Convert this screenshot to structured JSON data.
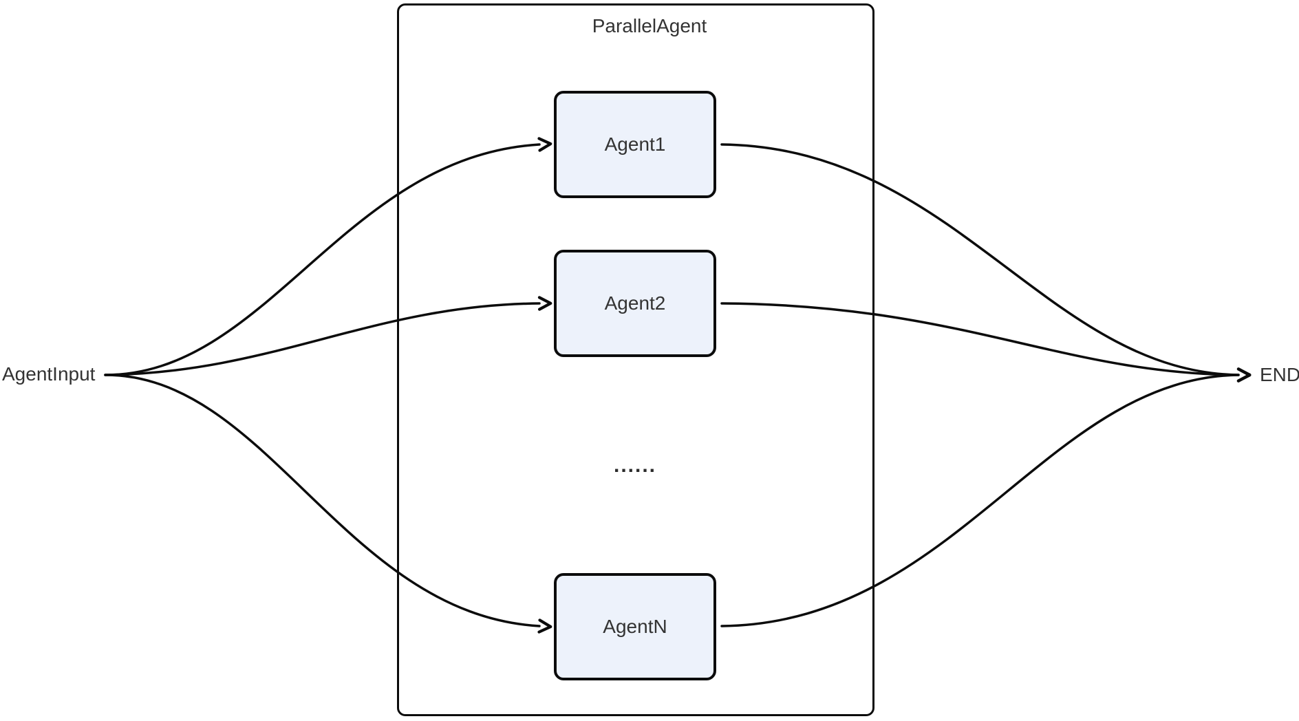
{
  "diagram": {
    "type": "flowchart",
    "orientation": "left-to-right",
    "container": {
      "title": "ParallelAgent"
    },
    "nodes": {
      "input_label": "AgentInput",
      "end_label": "END",
      "agents": [
        {
          "label": "Agent1"
        },
        {
          "label": "Agent2"
        },
        {
          "label": "AgentN"
        }
      ],
      "ellipsis": "......"
    },
    "edges": [
      {
        "from": "AgentInput",
        "to": "Agent1"
      },
      {
        "from": "AgentInput",
        "to": "Agent2"
      },
      {
        "from": "AgentInput",
        "to": "AgentN"
      },
      {
        "from": "Agent1",
        "to": "END"
      },
      {
        "from": "Agent2",
        "to": "END"
      },
      {
        "from": "AgentN",
        "to": "END"
      }
    ],
    "colors": {
      "background": "#ffffff",
      "node_fill": "#edf2fb",
      "node_border": "#0c0c0c",
      "edge_stroke": "#0c0c0c",
      "text": "#333333"
    }
  }
}
